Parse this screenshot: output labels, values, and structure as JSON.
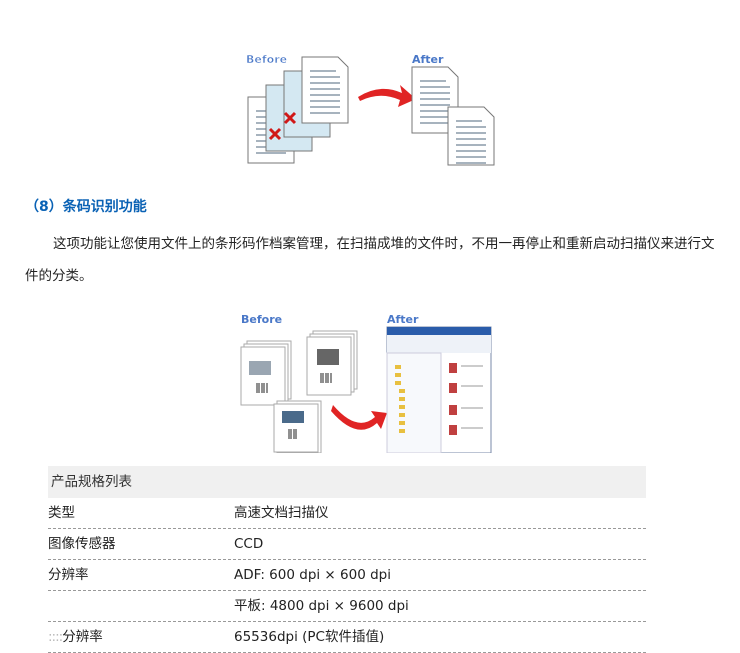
{
  "figure1": {
    "before_label": "Before",
    "after_label": "After"
  },
  "section": {
    "title": "（8）条码识别功能"
  },
  "paragraph": "这项功能让您使用文件上的条形码作档案管理，在扫描成堆的文件时，不用一再停止和重新启动扫描仪来进行文件的分类。",
  "figure2": {
    "before_label": "Before",
    "after_label": "After"
  },
  "spec_table": {
    "header": "产品规格列表",
    "rows": [
      {
        "key": "类型",
        "value": "高速文档扫描仪"
      },
      {
        "key": "图像传感器",
        "value": "CCD"
      },
      {
        "key": "分辨率",
        "value": "ADF: 600 dpi × 600 dpi"
      },
      {
        "key": "",
        "value": "平板: 4800 dpi × 9600 dpi"
      },
      {
        "key": "分辨率",
        "key_prefix": "::::",
        "value": "65536dpi (PC软件插值)"
      }
    ]
  },
  "colors": {
    "accent": "#0a62b5",
    "arrow_red": "#e02424",
    "cross_red": "#d01818",
    "label_blue": "#4a78c8"
  }
}
